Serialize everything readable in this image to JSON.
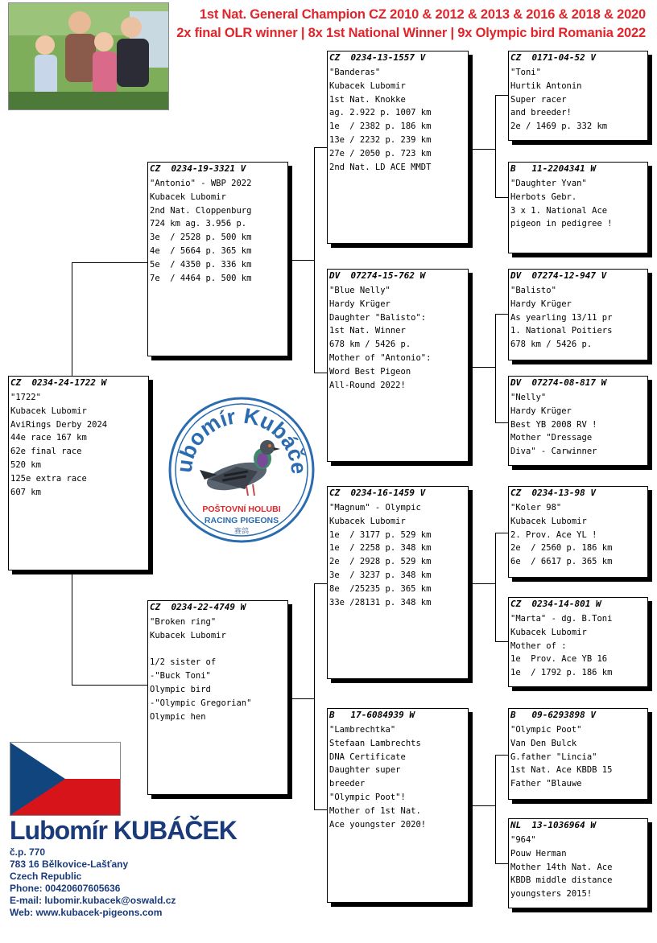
{
  "header": {
    "line1": "1st Nat. General Champion CZ 2010 & 2012 & 2013 & 2016 & 2018 & 2020",
    "line2": "2x final OLR winner | 8x 1st National Winner | 9x Olympic bird Romania 2022"
  },
  "pedigree": {
    "subject": {
      "ring": "CZ  0234-24-1722 W",
      "lines": [
        "\"1722\"",
        "Kubacek Lubomir",
        "AviRings Derby 2024",
        "44e race 167 km",
        "62e final race",
        "520 km",
        "125e extra race",
        "607 km"
      ]
    },
    "sire": {
      "ring": "CZ  0234-19-3321 V",
      "lines": [
        "\"Antonio\" - WBP 2022",
        "Kubacek Lubomir",
        "2nd Nat. Cloppenburg",
        "724 km ag. 3.956 p.",
        "3e  / 2528 p. 500 km",
        "4e  / 5664 p. 365 km",
        "5e  / 4350 p. 336 km",
        "7e  / 4464 p. 500 km"
      ]
    },
    "dam": {
      "ring": "CZ  0234-22-4749 W",
      "lines": [
        "\"Broken ring\"",
        "Kubacek Lubomir",
        "",
        "1/2 sister of",
        "-\"Buck Toni\"",
        "Olympic bird",
        "-\"Olympic Gregorian\"",
        "Olympic hen"
      ]
    },
    "sire_sire": {
      "ring": "CZ  0234-13-1557 V",
      "lines": [
        "\"Banderas\"",
        "Kubacek Lubomir",
        "1st Nat. Knokke",
        "ag. 2.922 p. 1007 km",
        "1e  / 2382 p. 186 km",
        "13e / 2232 p. 239 km",
        "27e / 2050 p. 723 km",
        "2nd Nat. LD ACE MMDT"
      ]
    },
    "sire_dam": {
      "ring": "DV  07274-15-762 W",
      "lines": [
        "\"Blue Nelly\"",
        "Hardy Krüger",
        "Daughter \"Balisto\":",
        "1st Nat. Winner",
        "678 km / 5426 p.",
        "Mother of \"Antonio\":",
        "Word Best Pigeon",
        "All-Round 2022!"
      ]
    },
    "dam_sire": {
      "ring": "CZ  0234-16-1459 V",
      "lines": [
        "\"Magnum\" - Olympic",
        "Kubacek Lubomir",
        "1e  / 3177 p. 529 km",
        "1e  / 2258 p. 348 km",
        "2e  / 2928 p. 529 km",
        "3e  / 3237 p. 348 km",
        "8e  /25235 p. 365 km",
        "33e /28131 p. 348 km"
      ]
    },
    "dam_dam": {
      "ring": "B   17-6084939 W",
      "lines": [
        "\"Lambrechtka\"",
        "Stefaan Lambrechts",
        "DNA Certificate",
        "Daughter super",
        "breeder",
        "\"Olympic Poot\"!",
        "Mother of 1st Nat.",
        "Ace youngster 2020!"
      ]
    },
    "ss_sire": {
      "ring": "CZ  0171-04-52 V",
      "lines": [
        "\"Toni\"",
        "Hurtik Antonin",
        "Super racer",
        "and breeder!",
        "2e / 1469 p. 332 km"
      ]
    },
    "ss_dam": {
      "ring": "B   11-2204341 W",
      "lines": [
        "\"Daughter Yvan\"",
        "Herbots Gebr.",
        "3 x 1. National Ace",
        "pigeon in pedigree !"
      ]
    },
    "sd_sire": {
      "ring": "DV  07274-12-947 V",
      "lines": [
        "\"Balisto\"",
        "Hardy Krüger",
        "As yearling 13/11 pr",
        "1. National Poitiers",
        "678 km / 5426 p."
      ]
    },
    "sd_dam": {
      "ring": "DV  07274-08-817 W",
      "lines": [
        "\"Nelly\"",
        "Hardy Krüger",
        "Best YB 2008 RV !",
        "Mother \"Dressage",
        "Diva\" - Carwinner"
      ]
    },
    "ds_sire": {
      "ring": "CZ  0234-13-98 V",
      "lines": [
        "\"Koler 98\"",
        "Kubacek Lubomir",
        "2. Prov. Ace YL !",
        "2e  / 2560 p. 186 km",
        "6e  / 6617 p. 365 km"
      ]
    },
    "ds_dam": {
      "ring": "CZ  0234-14-801 W",
      "lines": [
        "\"Marta\" - dg. B.Toni",
        "Kubacek Lubomir",
        "Mother of :",
        "1e  Prov. Ace YB 16",
        "1e  / 1792 p. 186 km"
      ]
    },
    "dd_sire": {
      "ring": "B   09-6293898 V",
      "lines": [
        "\"Olympic Poot\"",
        "Van Den Bulck",
        "G.father \"Lincia\"",
        "1st Nat. Ace KBDB 15",
        "Father \"Blauwe"
      ]
    },
    "dd_dam": {
      "ring": "NL  13-1036964 W",
      "lines": [
        "\"964\"",
        "Pouw Herman",
        "Mother 14th Nat. Ace",
        "KBDB middle distance",
        "youngsters 2015!"
      ]
    }
  },
  "logo": {
    "text_top": "Lubomír Kubáček",
    "text_sub1": "POŠTOVNÍ HOLUBI",
    "text_sub2": "RACING PIGEONS",
    "text_sub3": "赛鸽"
  },
  "footer": {
    "name": "Lubomír KUBÁČEK",
    "address": [
      "č.p. 770",
      "783 16 Bělkovice-Lašťany",
      "Czech Republic",
      "Phone: 00420607605636",
      "E-mail: lubomir.kubacek@oswald.cz",
      "Web: www.kubacek-pigeons.com"
    ]
  },
  "colors": {
    "header_red": "#e0252b",
    "footer_blue": "#1a3a7a",
    "logo_blue": "#2b6cb0"
  }
}
